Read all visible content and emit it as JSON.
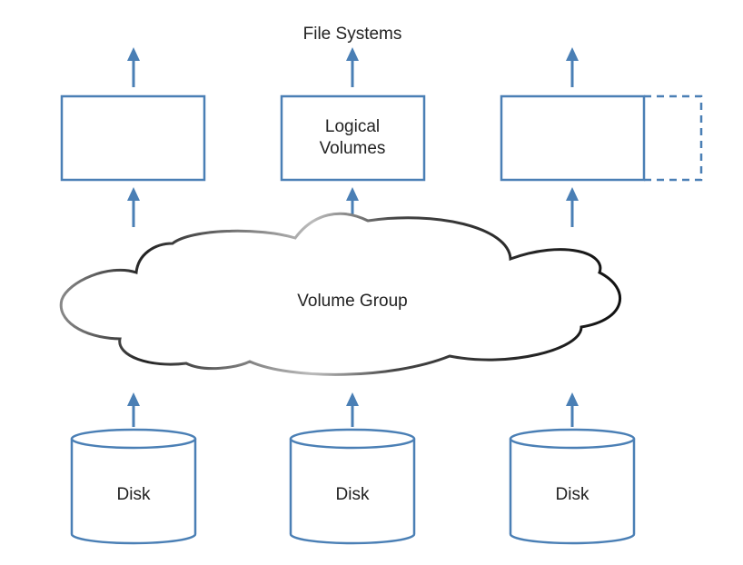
{
  "diagram": {
    "top_label": "File Systems",
    "logical_volumes_label_line1": "Logical",
    "logical_volumes_label_line2": "Volumes",
    "volume_group_label": "Volume Group",
    "disks": [
      {
        "label": "Disk"
      },
      {
        "label": "Disk"
      },
      {
        "label": "Disk"
      }
    ]
  },
  "colors": {
    "stroke_blue": "#4a7fb5",
    "cloud_outline": "#222222",
    "text": "#222222",
    "background": "#ffffff"
  },
  "icons": {
    "arrow": "up-arrow",
    "disk": "cylinder"
  }
}
